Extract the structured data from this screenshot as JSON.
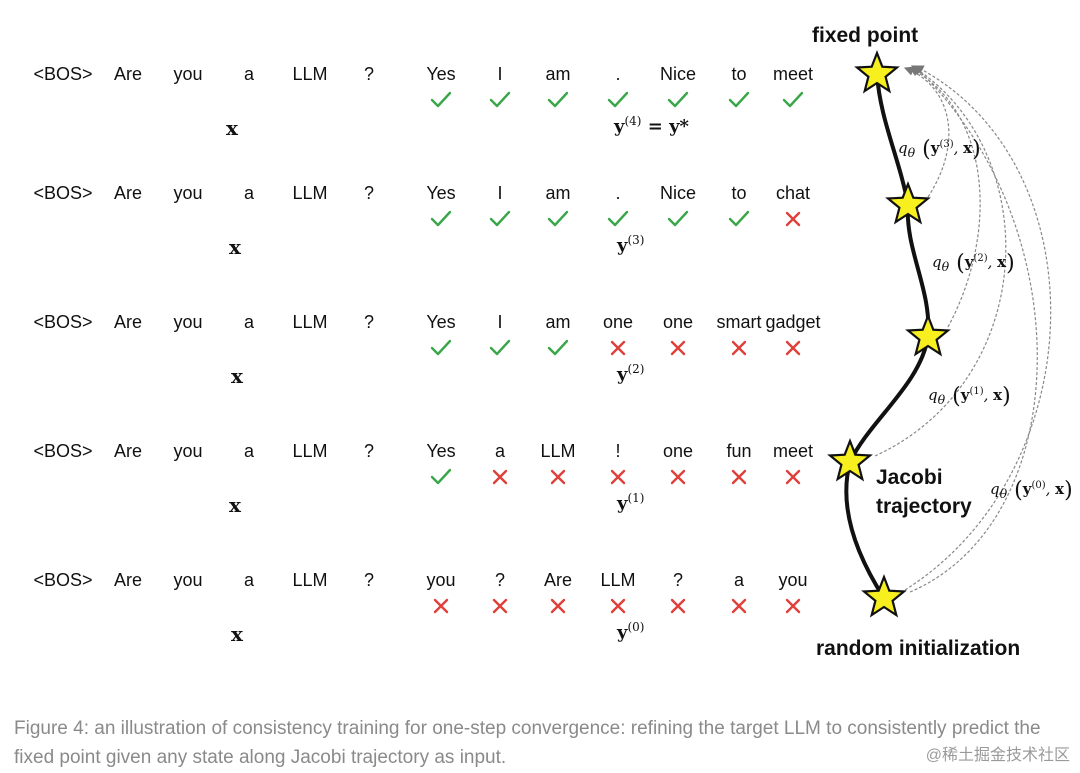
{
  "prefix": [
    "<BOS>",
    "Are",
    "you",
    "a",
    "LLM",
    "?"
  ],
  "x_symbol": "x",
  "rows": [
    {
      "tokens": [
        "Yes",
        "I",
        "am",
        ".",
        "Nice",
        "to",
        "meet"
      ],
      "marks": [
        "check",
        "check",
        "check",
        "check",
        "check",
        "check",
        "check"
      ],
      "y_sup": "(4)",
      "y_suffix": "= y*"
    },
    {
      "tokens": [
        "Yes",
        "I",
        "am",
        ".",
        "Nice",
        "to",
        "chat"
      ],
      "marks": [
        "check",
        "check",
        "check",
        "check",
        "check",
        "check",
        "cross"
      ],
      "y_sup": "(3)",
      "y_suffix": ""
    },
    {
      "tokens": [
        "Yes",
        "I",
        "am",
        "one",
        "one",
        "smart",
        "gadget"
      ],
      "marks": [
        "check",
        "check",
        "check",
        "cross",
        "cross",
        "cross",
        "cross"
      ],
      "y_sup": "(2)",
      "y_suffix": ""
    },
    {
      "tokens": [
        "Yes",
        "a",
        "LLM",
        "!",
        "one",
        "fun",
        "meet"
      ],
      "marks": [
        "check",
        "cross",
        "cross",
        "cross",
        "cross",
        "cross",
        "cross"
      ],
      "y_sup": "(1)",
      "y_suffix": ""
    },
    {
      "tokens": [
        "you",
        "?",
        "Are",
        "LLM",
        "?",
        "a",
        "you"
      ],
      "marks": [
        "cross",
        "cross",
        "cross",
        "cross",
        "cross",
        "cross",
        "cross"
      ],
      "y_sup": "(0)",
      "y_suffix": ""
    }
  ],
  "y_symbol": "y",
  "labels": {
    "fixed_point": "fixed point",
    "jacobi": "Jacobi",
    "trajectory": "trajectory",
    "random_init": "random initialization"
  },
  "q_labels": [
    {
      "fn": "q",
      "sub": "θ",
      "arg": "y",
      "sup": "(3)",
      "x": "x"
    },
    {
      "fn": "q",
      "sub": "θ",
      "arg": "y",
      "sup": "(2)",
      "x": "x"
    },
    {
      "fn": "q",
      "sub": "θ",
      "arg": "y",
      "sup": "(1)",
      "x": "x"
    },
    {
      "fn": "q",
      "sub": "θ",
      "arg": "y",
      "sup": "(0)",
      "x": "x"
    }
  ],
  "caption": "Figure 4: an illustration of consistency training for one-step convergence: refining the target LLM to consistently predict the fixed point given any state along Jacobi trajectory as input.",
  "watermark": "@稀土掘金技术社区",
  "colors": {
    "check": "#3aa64a",
    "cross": "#e0403a",
    "star": "#f7f01e",
    "caption": "#8a8a8a"
  }
}
